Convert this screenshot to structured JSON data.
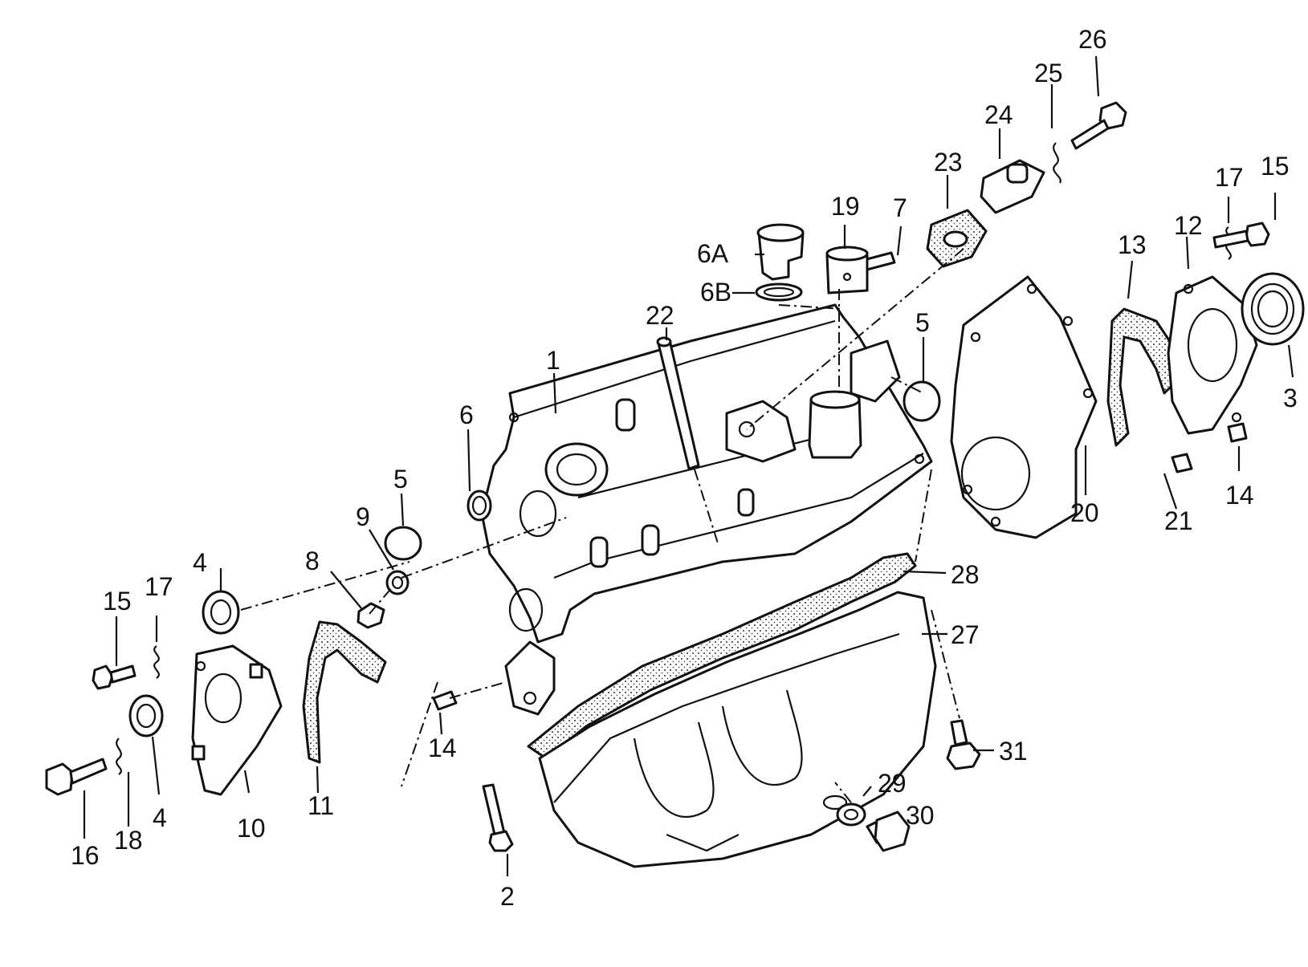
{
  "labels": {
    "l1": "1",
    "l2": "2",
    "l3": "3",
    "l4a": "4",
    "l4b": "4",
    "l5a": "5",
    "l5b": "5",
    "l6": "6",
    "l6A": "6A",
    "l6B": "6B",
    "l7": "7",
    "l8": "8",
    "l9": "9",
    "l10": "10",
    "l11": "11",
    "l12": "12",
    "l13": "13",
    "l14a": "14",
    "l14b": "14",
    "l15a": "15",
    "l15b": "15",
    "l16": "16",
    "l17a": "17",
    "l17b": "17",
    "l18": "18",
    "l19": "19",
    "l20": "20",
    "l21": "21",
    "l22": "22",
    "l23": "23",
    "l24": "24",
    "l25": "25",
    "l26": "26",
    "l27": "27",
    "l28": "28",
    "l29": "29",
    "l30": "30",
    "l31": "31"
  }
}
